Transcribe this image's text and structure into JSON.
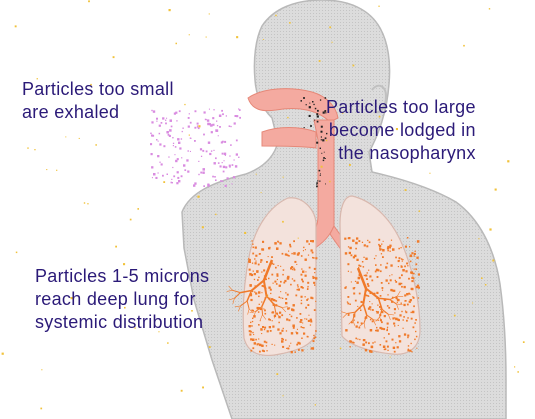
{
  "annotations": {
    "exhaled": {
      "lines": [
        "Particles  too small",
        "are exhaled"
      ]
    },
    "lodged": {
      "lines": [
        "Particles too large",
        "become lodged in",
        "the nasopharynx"
      ]
    },
    "deep_lung": {
      "lines": [
        "Particles 1-5 microns",
        "reach deep lung for",
        "systemic distribution"
      ]
    }
  },
  "colors": {
    "text": "#2b1a78",
    "body_fill": "#e3e3e3",
    "body_outline": "#b9b9b9",
    "airway": "#f4aaa0",
    "airway_outline": "#e68878",
    "lung_particles": "#f07a2a",
    "exhaled_particles": "#d98be0",
    "nasopharynx_particles": "#222222",
    "ambient_particles": "#f1c23a"
  },
  "icons": {
    "figure": "human-torso-silhouette",
    "airway": "respiratory-tract",
    "lungs": "lungs-icon",
    "particles": "particle-dots"
  }
}
